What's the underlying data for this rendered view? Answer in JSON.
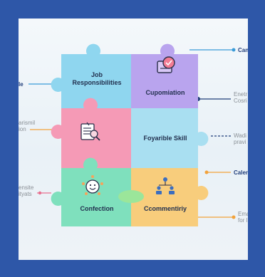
{
  "pieces": {
    "job": {
      "label": "Job\nResponsibilities",
      "color": "#8fd6ef"
    },
    "cupomiation": {
      "label": "Cupomiation",
      "color": "#b9a4ee"
    },
    "pink": {
      "label": "",
      "color": "#f59ab6"
    },
    "foyarible": {
      "label": "Foyarible Skill",
      "color": "#a9dff1"
    },
    "confection": {
      "label": "Confection",
      "color": "#7fe0bd"
    },
    "ccomment": {
      "label": "Ccommentiriy",
      "color": "#f8cd7c"
    }
  },
  "labels": {
    "left_le": "le",
    "left_arismil": "arismil\nion",
    "left_ensite": "ensite\nityats",
    "right_can": "Can",
    "right_enetr": "Enetr\nCosri",
    "right_wadi": "Wadi\npravi",
    "right_calen": "Calen",
    "right_ema": "Ema\nfor l"
  },
  "colors": {
    "frame": "#2e57a8",
    "line_blue": "#3a9bd8",
    "line_orange": "#f2a23a",
    "line_navy": "#1f3d7a",
    "line_pink": "#e8708f"
  }
}
